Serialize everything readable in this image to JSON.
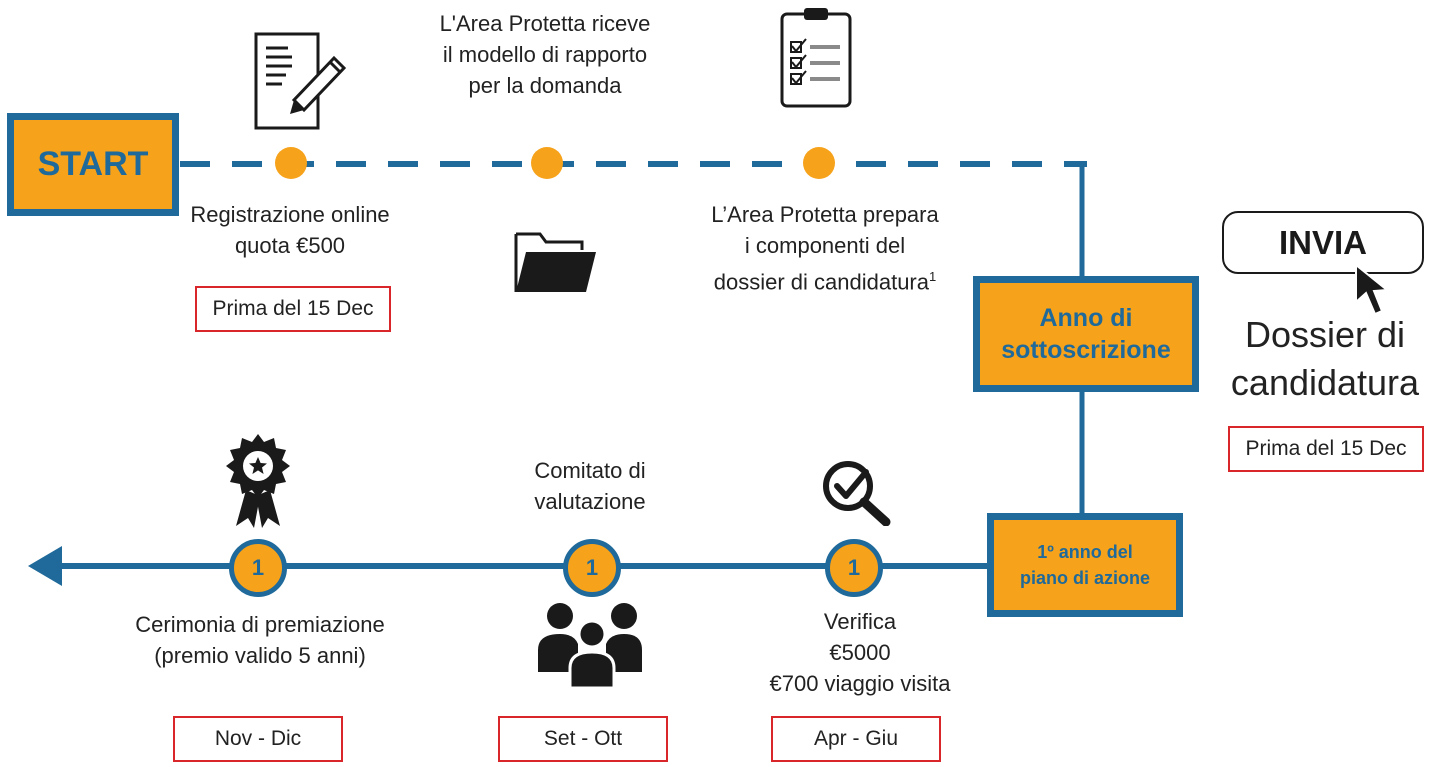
{
  "start_label": "START",
  "milestones_top": [
    {
      "label": "Registrazione online\nquota €500",
      "date": "Prima del 15 Dec"
    },
    {
      "label": "L'Area Protetta riceve\nil modello di rapporto\nper la domanda"
    },
    {
      "label": "L’Area Protetta prepara\ni componenti del\ndossier di candidatura",
      "footnote": "1"
    }
  ],
  "year_box": "Anno di\nsottoscrizione",
  "action_box": "1º anno del\npiano di azione",
  "submit": {
    "button_label": "INVIA",
    "caption": "Dossier di\ncandidatura",
    "date": "Prima del 15 Dec"
  },
  "milestones_bottom": [
    {
      "number": "1",
      "label_above": "",
      "label_below": "Cerimonia di premiazione\n(premio valido 5 anni)",
      "date": "Nov - Dic"
    },
    {
      "number": "1",
      "label_above": "Comitato di\nvalutazione",
      "label_below": "",
      "date": "Set - Ott"
    },
    {
      "number": "1",
      "label_above": "",
      "label_below": "Verifica\n€5000\n€700 viaggio visita",
      "date": "Apr - Giu"
    }
  ],
  "colors": {
    "orange": "#f7a21b",
    "blue": "#1f6a9a",
    "red_border": "#d9262b",
    "icon": "#1a1a1a"
  },
  "icons": {
    "document": "document-pen-icon",
    "folder": "folder-icon",
    "clipboard": "checklist-clipboard-icon",
    "award": "award-ribbon-icon",
    "people": "group-people-icon",
    "search": "search-check-icon",
    "cursor": "mouse-cursor-icon",
    "arrow": "arrow-left-icon"
  }
}
